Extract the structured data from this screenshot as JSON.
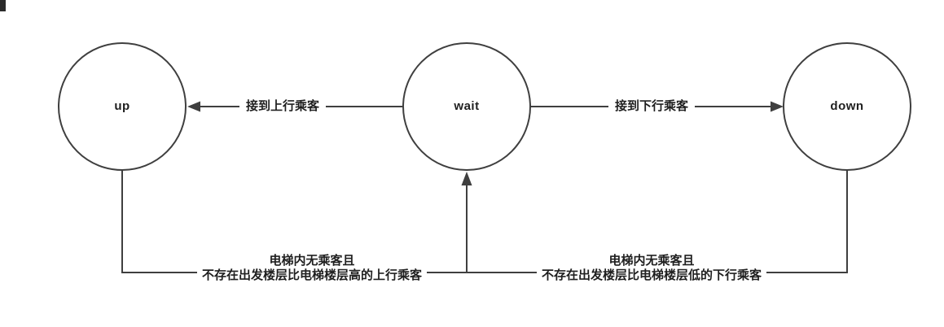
{
  "page": {
    "background": "#ffffff"
  },
  "diagram": {
    "type": "state-machine",
    "subject": "elevator-states",
    "colors": {
      "line": "#3f3f3f",
      "text": "#1f1f1f",
      "fill": "#ffffff"
    },
    "states": [
      {
        "id": "up",
        "label": "up"
      },
      {
        "id": "wait",
        "label": "wait"
      },
      {
        "id": "down",
        "label": "down"
      }
    ],
    "transitions": [
      {
        "from": "wait",
        "to": "up",
        "label": "接到上行乘客"
      },
      {
        "from": "wait",
        "to": "down",
        "label": "接到下行乘客"
      },
      {
        "from": "up",
        "to": "wait",
        "label_line1": "电梯内无乘客且",
        "label_line2": "不存在出发楼层比电梯楼层高的上行乘客"
      },
      {
        "from": "down",
        "to": "wait",
        "label_line1": "电梯内无乘客且",
        "label_line2": "不存在出发楼层比电梯楼层低的下行乘客"
      }
    ]
  }
}
